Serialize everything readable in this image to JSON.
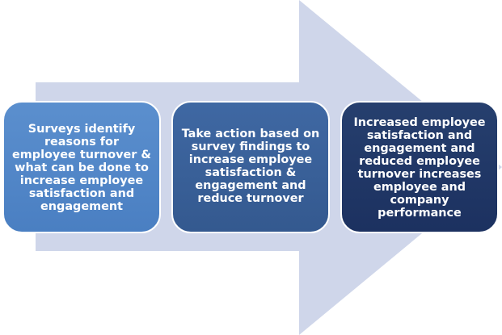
{
  "colors": {
    "arrow": "#cfd6ea",
    "step_1": "#5b8fce",
    "step_2": "#3f68a3",
    "step_3": "#263f6e",
    "text": "#ffffff"
  },
  "steps": [
    {
      "text": "Surveys identify reasons for employee turnover & what can be done to increase employee satisfaction and engagement"
    },
    {
      "text": "Take action based on survey findings to increase employee satisfaction & engagement and reduce turnover"
    },
    {
      "text": "Increased employee satisfaction and engagement and reduced employee turnover increases employee and company performance"
    }
  ]
}
